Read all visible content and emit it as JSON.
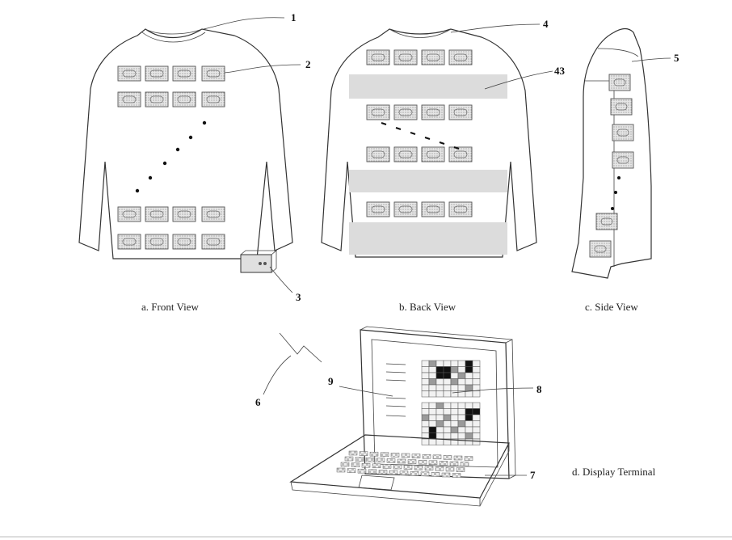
{
  "captions": {
    "front": "a. Front View",
    "back": "b. Back View",
    "side": "c. Side View",
    "display": "d. Display Terminal"
  },
  "refs": {
    "r1": "1",
    "r2": "2",
    "r3": "3",
    "r4": "4",
    "r5": "5",
    "r43": "43",
    "r6": "6",
    "r7": "7",
    "r8": "8",
    "r9": "9"
  }
}
